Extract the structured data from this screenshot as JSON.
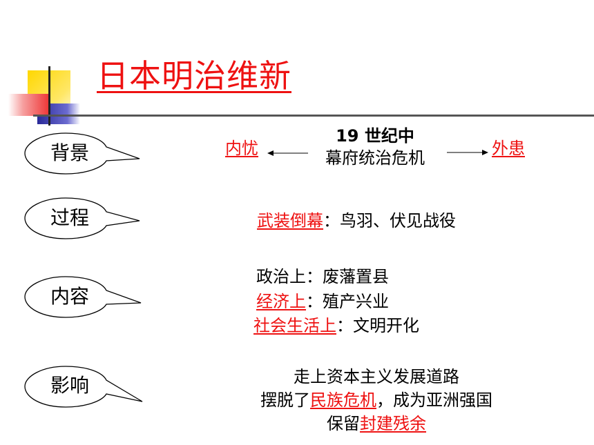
{
  "title": "日本明治维新",
  "sections": {
    "background": {
      "label": "背景",
      "era": "19 世纪中",
      "center": "幕府统治危机",
      "left": "内忧",
      "right": "外患"
    },
    "process": {
      "label": "过程",
      "red": "武装倒幕",
      "rest": "：鸟羽、伏见战役"
    },
    "content": {
      "label": "内容",
      "line1": "政治上：废藩置县",
      "line2_red": "经济上",
      "line2_rest": "：殖产兴业",
      "line3_red": "社会生活上",
      "line3_rest": "：文明开化"
    },
    "impact": {
      "label": "影响",
      "line1": "走上资本主义发展道路",
      "line2_pre": "摆脱了",
      "line2_red": "民族危机",
      "line2_post": "，成为亚洲强国",
      "line3_pre": "保留",
      "line3_red": "封建残余"
    }
  },
  "colors": {
    "accent": "#ee1111",
    "deco_yellow": "#ffd700",
    "deco_blue": "#2a2a99",
    "deco_red": "#ee3333"
  }
}
